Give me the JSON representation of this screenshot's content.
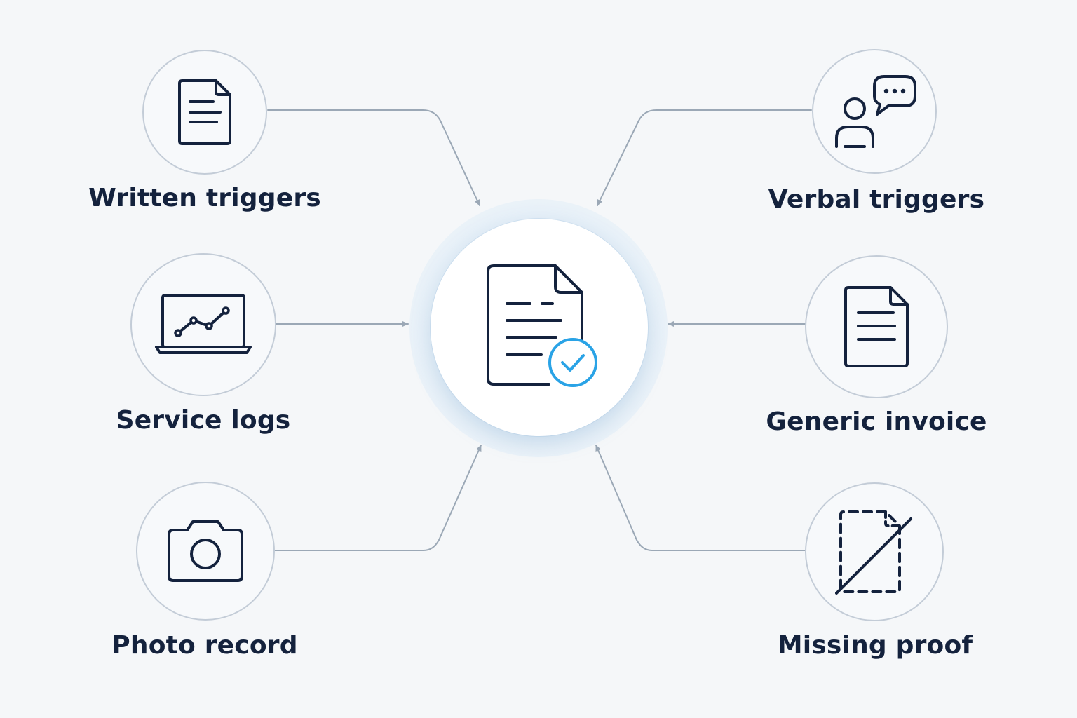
{
  "colors": {
    "background": "#f5f7f9",
    "icon_stroke": "#14223d",
    "circle_border": "#c3ccd7",
    "connector": "#9ba8b6",
    "accent": "#2aa3e6"
  },
  "hub": {
    "icon": "document-check-icon"
  },
  "nodes": [
    {
      "label": "Written triggers",
      "icon": "document-icon"
    },
    {
      "label": "Verbal triggers",
      "icon": "person-speech-icon"
    },
    {
      "label": "Service logs",
      "icon": "laptop-chart-icon"
    },
    {
      "label": "Generic invoice",
      "icon": "document-icon"
    },
    {
      "label": "Photo record",
      "icon": "camera-icon"
    },
    {
      "label": "Missing proof",
      "icon": "missing-document-icon"
    }
  ]
}
